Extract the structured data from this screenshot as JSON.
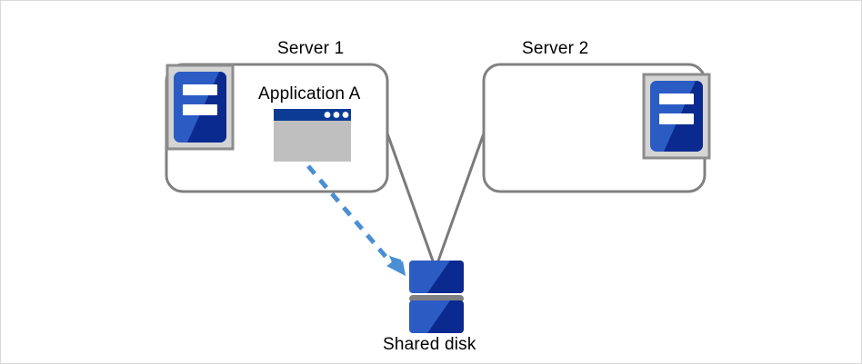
{
  "diagram": {
    "title": "Shared disk cluster with Application A on Server 1",
    "type": "architecture-diagram",
    "background_color": "#ffffff",
    "border_color": "#d9d9d9"
  },
  "colors": {
    "box_stroke": "#808080",
    "connector_line": "#7a7a7a",
    "icon_frame_fill": "#d4d4d4",
    "icon_frame_stroke": "#8c8c8c",
    "icon_blue_light": "#2b5cc4",
    "icon_blue_dark": "#0b2a8f",
    "icon_bar_white": "#ffffff",
    "window_titlebar": "#0c3b94",
    "window_body": "#bfbfbf",
    "window_dot": "#ffffff",
    "disk_bar_gray": "#808080",
    "disk_blue_light": "#2b5cc4",
    "disk_blue_dark": "#0b2a8f",
    "arrow_blue": "#4a8fd4",
    "text": "#000000"
  },
  "nodes": {
    "server1": {
      "label": "Server 1",
      "icon": "server-icon",
      "icon_position": "left",
      "contains_app": true
    },
    "server2": {
      "label": "Server 2",
      "icon": "server-icon",
      "icon_position": "right",
      "contains_app": false
    },
    "application": {
      "label": "Application A",
      "icon": "application-window-icon",
      "window_dots": 3
    },
    "shared_disk": {
      "label": "Shared disk",
      "icon": "database-disk-icon",
      "platters": 2
    }
  },
  "connections": [
    {
      "name": "server1-to-disk",
      "from": "server1",
      "to": "shared_disk",
      "style": "solid",
      "color": "#7a7a7a",
      "arrow": false
    },
    {
      "name": "server2-to-disk",
      "from": "server2",
      "to": "shared_disk",
      "style": "solid",
      "color": "#7a7a7a",
      "arrow": false
    },
    {
      "name": "application-to-disk",
      "from": "application",
      "to": "shared_disk",
      "style": "dashed",
      "color": "#4a8fd4",
      "arrow": true
    }
  ]
}
